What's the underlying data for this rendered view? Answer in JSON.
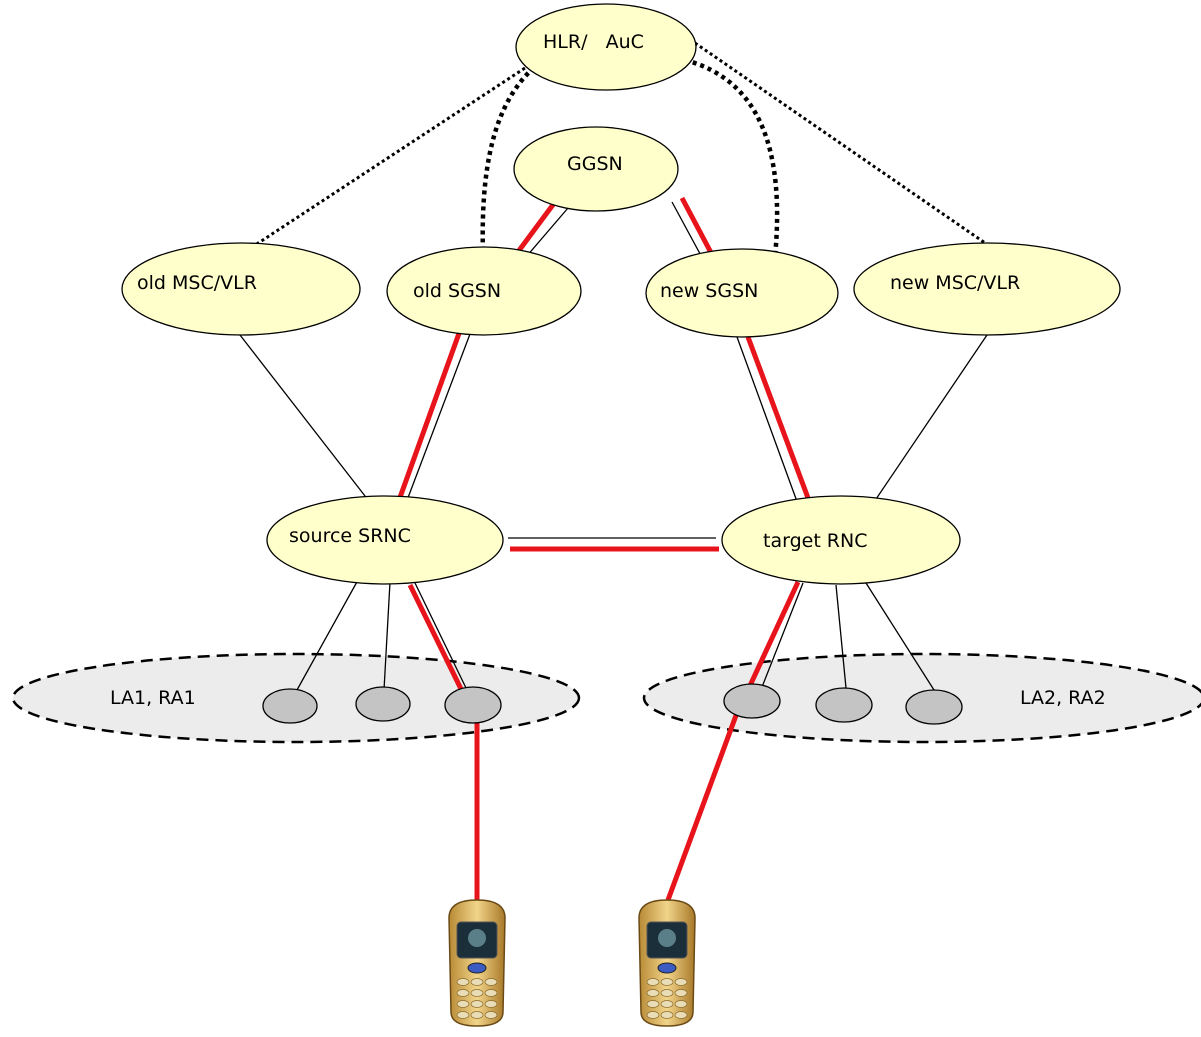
{
  "nodes": {
    "hlr_auc": {
      "label": "HLR/   AuC"
    },
    "ggsn": {
      "label": "GGSN"
    },
    "old_msc_vlr": {
      "label": "old MSC/VLR"
    },
    "old_sgsn": {
      "label": "old SGSN"
    },
    "new_sgsn": {
      "label": "new SGSN"
    },
    "new_msc_vlr": {
      "label": "new MSC/VLR"
    },
    "source_srnc": {
      "label": "source SRNC"
    },
    "target_rnc": {
      "label": "target RNC"
    }
  },
  "areas": {
    "area1": {
      "label": "LA1, RA1"
    },
    "area2": {
      "label": "LA2, RA2"
    }
  },
  "colors": {
    "node_fill": "#ffffcc",
    "area_fill": "#ececec",
    "cell_fill": "#c4c4c4",
    "user_plane": "#e8141b",
    "signalling": "#000000",
    "phone_body": "#d9b05a"
  }
}
